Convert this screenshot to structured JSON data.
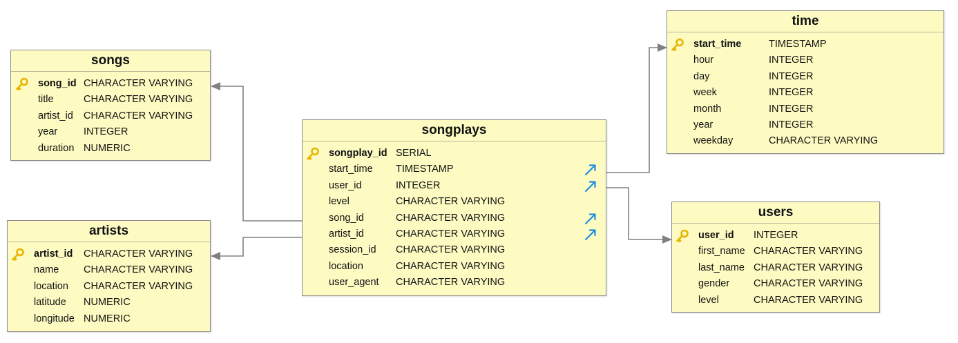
{
  "colors": {
    "table_bg": "#fdfbc2",
    "border": "#8d8d8d",
    "connector": "#808080",
    "fk_arrow": "#1a8fe0",
    "key": "#e8b400"
  },
  "tables": {
    "songs": {
      "title": "songs",
      "columns": [
        {
          "name": "song_id",
          "type": "CHARACTER VARYING",
          "pk": true
        },
        {
          "name": "title",
          "type": "CHARACTER VARYING"
        },
        {
          "name": "artist_id",
          "type": "CHARACTER VARYING"
        },
        {
          "name": "year",
          "type": "INTEGER"
        },
        {
          "name": "duration",
          "type": "NUMERIC"
        }
      ]
    },
    "artists": {
      "title": "artists",
      "columns": [
        {
          "name": "artist_id",
          "type": "CHARACTER VARYING",
          "pk": true
        },
        {
          "name": "name",
          "type": "CHARACTER VARYING"
        },
        {
          "name": "location",
          "type": "CHARACTER VARYING"
        },
        {
          "name": "latitude",
          "type": "NUMERIC"
        },
        {
          "name": "longitude",
          "type": "NUMERIC"
        }
      ]
    },
    "songplays": {
      "title": "songplays",
      "columns": [
        {
          "name": "songplay_id",
          "type": "SERIAL",
          "pk": true
        },
        {
          "name": "start_time",
          "type": "TIMESTAMP",
          "fk": true
        },
        {
          "name": "user_id",
          "type": "INTEGER",
          "fk": true
        },
        {
          "name": "level",
          "type": "CHARACTER VARYING"
        },
        {
          "name": "song_id",
          "type": "CHARACTER VARYING",
          "fk": true
        },
        {
          "name": "artist_id",
          "type": "CHARACTER VARYING",
          "fk": true
        },
        {
          "name": "session_id",
          "type": "CHARACTER VARYING"
        },
        {
          "name": "location",
          "type": "CHARACTER VARYING"
        },
        {
          "name": "user_agent",
          "type": "CHARACTER VARYING"
        }
      ]
    },
    "time": {
      "title": "time",
      "columns": [
        {
          "name": "start_time",
          "type": "TIMESTAMP",
          "pk": true
        },
        {
          "name": "hour",
          "type": "INTEGER"
        },
        {
          "name": "day",
          "type": "INTEGER"
        },
        {
          "name": "week",
          "type": "INTEGER"
        },
        {
          "name": "month",
          "type": "INTEGER"
        },
        {
          "name": "year",
          "type": "INTEGER"
        },
        {
          "name": "weekday",
          "type": "CHARACTER VARYING"
        }
      ]
    },
    "users": {
      "title": "users",
      "columns": [
        {
          "name": "user_id",
          "type": "INTEGER",
          "pk": true
        },
        {
          "name": "first_name",
          "type": "CHARACTER VARYING"
        },
        {
          "name": "last_name",
          "type": "CHARACTER VARYING"
        },
        {
          "name": "gender",
          "type": "CHARACTER VARYING"
        },
        {
          "name": "level",
          "type": "CHARACTER VARYING"
        }
      ]
    }
  }
}
